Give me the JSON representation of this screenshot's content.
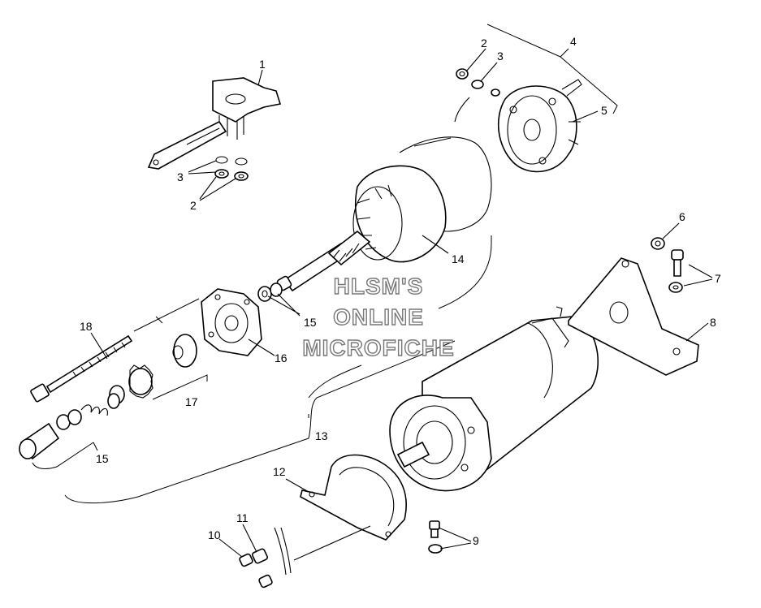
{
  "callouts": {
    "c1": "1",
    "c2a": "2",
    "c3a": "3",
    "c3b": "3",
    "c2b": "2",
    "c4": "4",
    "c5": "5",
    "c14": "14",
    "c6": "6",
    "c7": "7",
    "c8": "8",
    "c18": "18",
    "c15a": "15",
    "c16": "16",
    "c17": "17",
    "c13": "13",
    "c15b": "15",
    "c12": "12",
    "c9": "9",
    "c10": "10",
    "c11": "11"
  },
  "watermark": {
    "line1": "HLSM'S",
    "line2": "ONLINE",
    "line3": "MICROFICHE"
  }
}
